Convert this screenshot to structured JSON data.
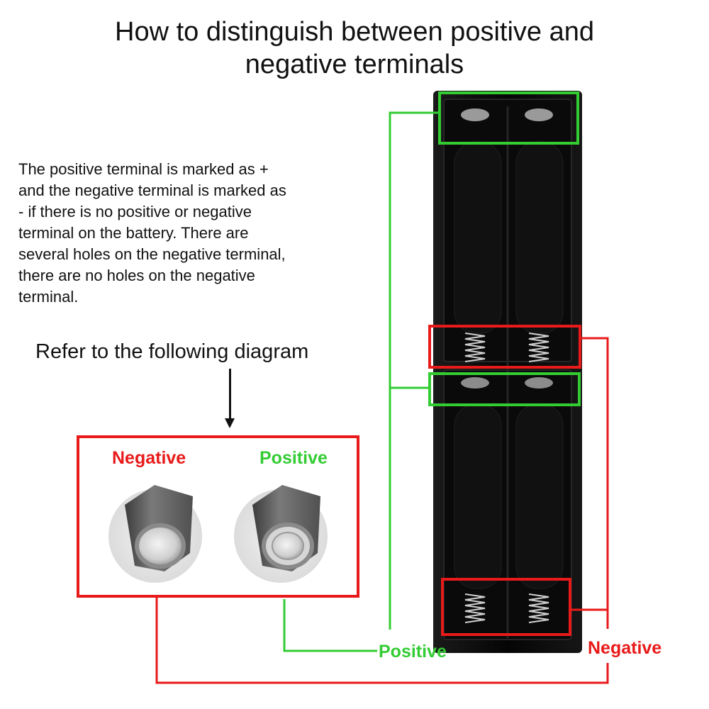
{
  "title": {
    "line1": "How to distinguish between positive and",
    "line2": "negative terminals"
  },
  "description": {
    "lines": [
      "The positive terminal is marked as +",
      "and the negative terminal is marked as",
      "- if there is no positive or negative",
      "terminal on the battery. There are",
      "several holes on the negative terminal,",
      "there are no holes on the negative",
      "terminal."
    ]
  },
  "refer_text": "Refer to the following diagram",
  "comparison": {
    "negative_label": "Negative",
    "positive_label": "Positive"
  },
  "callouts": {
    "positive_label": "Positive",
    "negative_label": "Negative"
  },
  "colors": {
    "negative": "#e81a1a",
    "positive": "#33cc33",
    "holder": "#0c0c0c"
  }
}
